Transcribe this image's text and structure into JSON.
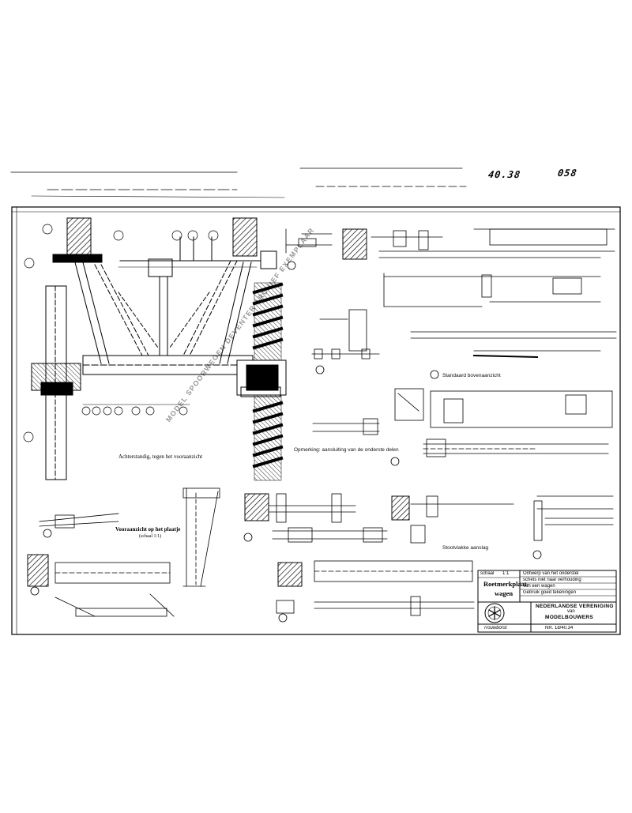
{
  "sheet": {
    "handwritten_number_left": "40.38",
    "handwritten_number_right": "058"
  },
  "captions": {
    "view_main": "Achterstandig, tegen het vooraanzicht",
    "view_plate": "Vooraanzicht op het plaatje",
    "view_plate_sub": "(schaal 1:1)",
    "view_side_notes": "Opmerking: aansluiting van de onderste delen",
    "right_lower": "Stootvlakke aanslag",
    "mid_lower": "Standaard bovenaanzicht"
  },
  "title_block": {
    "scale_label": "schaal",
    "scale_value": "1:1",
    "drawing_title": "Roetmerkplaat-",
    "drawing_title_2": "wagen",
    "right_line_1": "Ontwerp van het onderstel",
    "right_line_2": "schets niet naar verhouding",
    "right_line_3": "van een wagen",
    "right_line_4": "Gebruik goed tekeningen",
    "org_name": "NEDERLANDSE VERENIGING",
    "org_name_2": "van",
    "org_name_3": "MODELBOUWERS",
    "signature": "Trouwborst",
    "sheet_no": "NR. 18/40.34"
  },
  "watermark": "MODEL SPOORWEGEN DEVENTER ARCHIEF EXEMPLAAR"
}
